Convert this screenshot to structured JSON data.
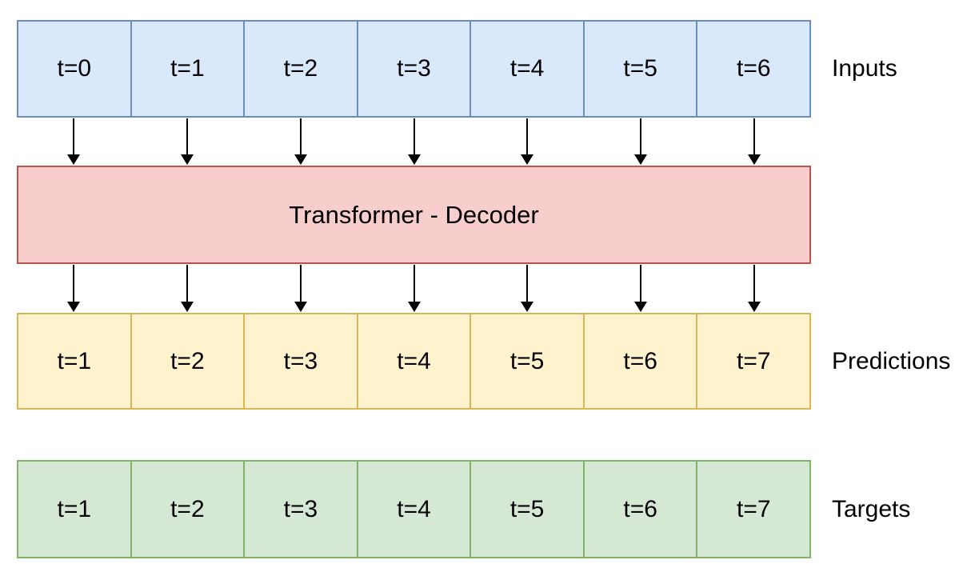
{
  "diagram": {
    "decoder_label": "Transformer - Decoder",
    "rows": {
      "inputs": {
        "label": "Inputs",
        "cells": [
          "t=0",
          "t=1",
          "t=2",
          "t=3",
          "t=4",
          "t=5",
          "t=6"
        ]
      },
      "predictions": {
        "label": "Predictions",
        "cells": [
          "t=1",
          "t=2",
          "t=3",
          "t=4",
          "t=5",
          "t=6",
          "t=7"
        ]
      },
      "targets": {
        "label": "Targets",
        "cells": [
          "t=1",
          "t=2",
          "t=3",
          "t=4",
          "t=5",
          "t=6",
          "t=7"
        ]
      }
    },
    "colors": {
      "background": "#ffffff",
      "text": "#000000",
      "arrow": "#000000",
      "inputs_fill": "#dae8fc",
      "inputs_border": "#6c8ebf",
      "decoder_fill": "#f8cecc",
      "decoder_border": "#b85450",
      "predictions_fill": "#fff2cc",
      "predictions_border": "#d6b656",
      "targets_fill": "#d5e8d4",
      "targets_border": "#82b366"
    }
  }
}
